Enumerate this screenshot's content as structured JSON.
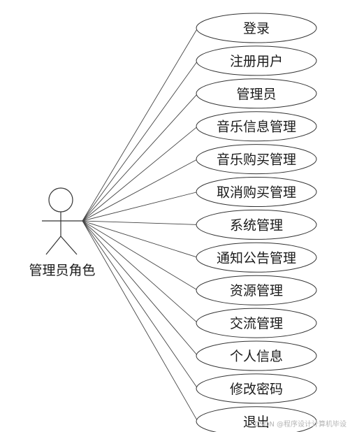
{
  "actor": {
    "label": "管理员角色"
  },
  "use_cases": [
    {
      "label": "登录"
    },
    {
      "label": "注册用户"
    },
    {
      "label": "管理员"
    },
    {
      "label": "音乐信息管理"
    },
    {
      "label": "音乐购买管理"
    },
    {
      "label": "取消购买管理"
    },
    {
      "label": "系统管理"
    },
    {
      "label": "通知公告管理"
    },
    {
      "label": "资源管理"
    },
    {
      "label": "交流管理"
    },
    {
      "label": "个人信息"
    },
    {
      "label": "修改密码"
    },
    {
      "label": "退出"
    }
  ],
  "watermark": "CSDN @程序设计计算机毕设"
}
